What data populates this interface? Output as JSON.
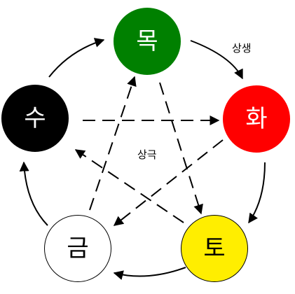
{
  "nodes": {
    "wood": {
      "label": "목",
      "fill": "#008000",
      "text": "#ffffff",
      "border": "#008000"
    },
    "fire": {
      "label": "화",
      "fill": "#ff0000",
      "text": "#ffffff",
      "border": "#ff0000"
    },
    "earth": {
      "label": "토",
      "fill": "#ffee00",
      "text": "#000000",
      "border": "#000000"
    },
    "metal": {
      "label": "금",
      "fill": "#ffffff",
      "text": "#000000",
      "border": "#000000"
    },
    "water": {
      "label": "수",
      "fill": "#000000",
      "text": "#ffffff",
      "border": "#000000"
    }
  },
  "labels": {
    "generating": "상생",
    "overcoming": "상극"
  },
  "edges": {
    "generating": [
      [
        "wood",
        "fire"
      ],
      [
        "fire",
        "earth"
      ],
      [
        "earth",
        "metal"
      ],
      [
        "metal",
        "water"
      ],
      [
        "water",
        "wood"
      ]
    ],
    "overcoming": [
      [
        "wood",
        "earth"
      ],
      [
        "earth",
        "water"
      ],
      [
        "water",
        "fire"
      ],
      [
        "fire",
        "metal"
      ],
      [
        "metal",
        "wood"
      ]
    ]
  }
}
